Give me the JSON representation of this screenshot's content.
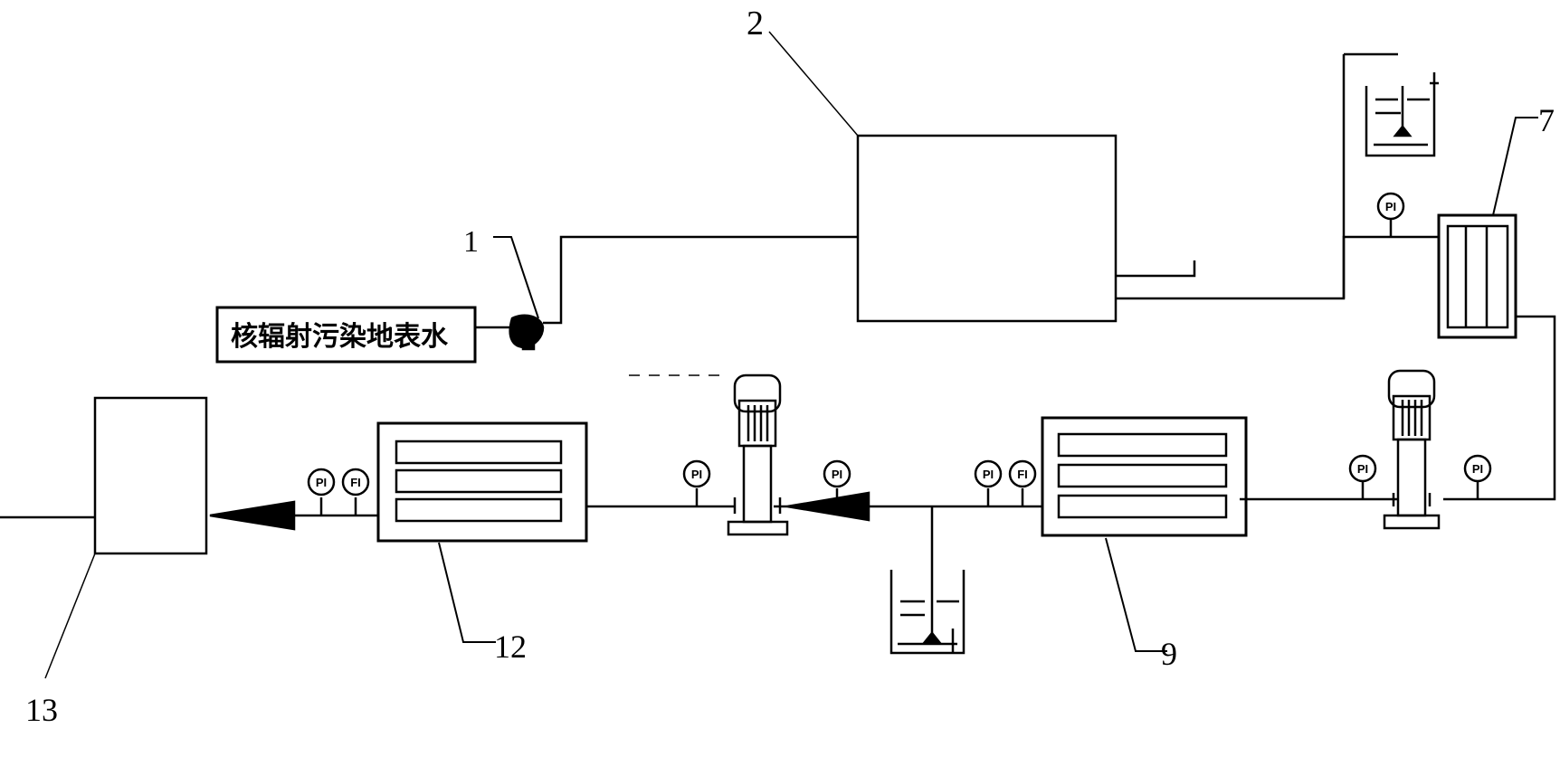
{
  "diagram": {
    "source_label": "核辐射污染地表水",
    "callouts": {
      "c1": "1",
      "c2": "2",
      "c7": "7",
      "c9": "9",
      "c12": "12",
      "c13": "13"
    },
    "gauges": {
      "pi": "PI",
      "fi": "FI"
    }
  }
}
